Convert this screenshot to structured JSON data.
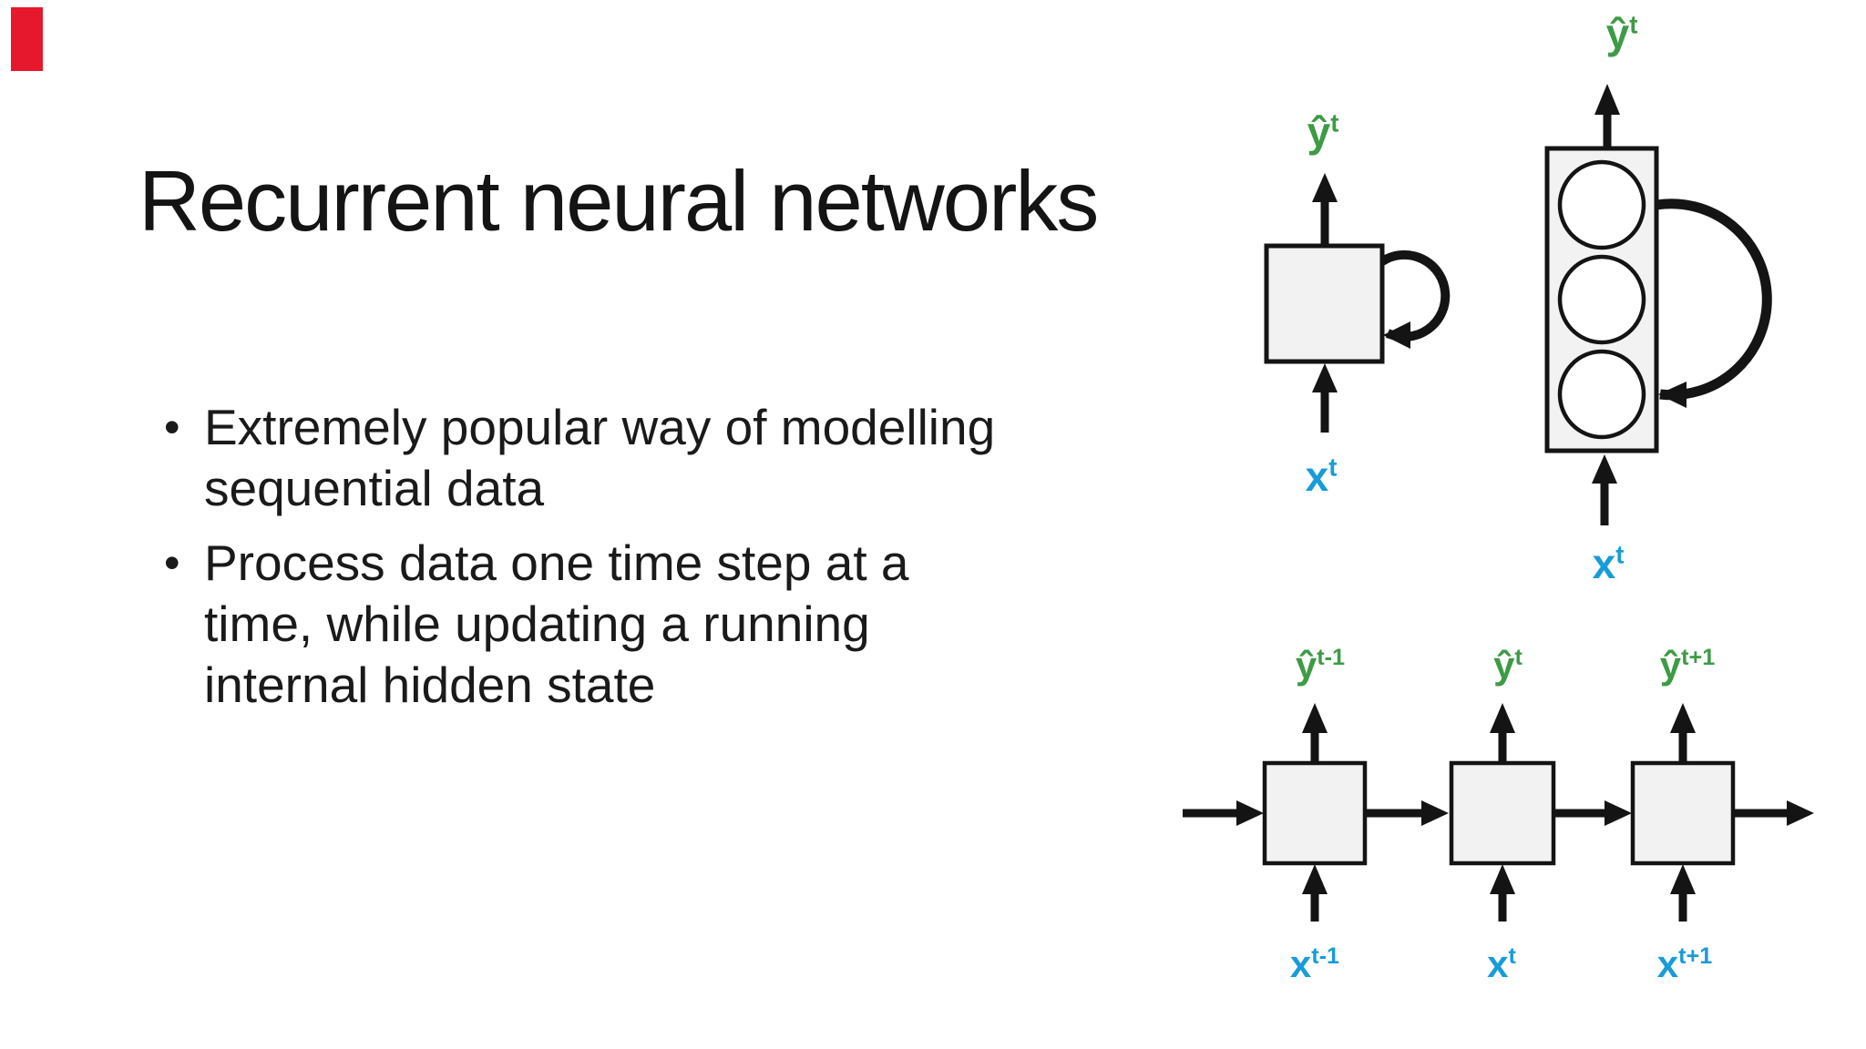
{
  "slide": {
    "title": "Recurrent neural networks",
    "bullet_char": "•",
    "bullets": [
      "Extremely popular way of modelling\nsequential data",
      "Process data one time step at a\ntime, while updating a running\ninternal hidden state"
    ]
  },
  "diagrams": {
    "single_unit": {
      "output": {
        "base": "ŷ",
        "sup": "t"
      },
      "input": {
        "base": "x",
        "sup": "t"
      }
    },
    "hidden_layer": {
      "output": {
        "base": "ŷ",
        "sup": "t"
      },
      "input": {
        "base": "x",
        "sup": "t"
      }
    },
    "unrolled": {
      "steps": [
        {
          "output": {
            "base": "ŷ",
            "sup": "t-1"
          },
          "input": {
            "base": "x",
            "sup": "t-1"
          }
        },
        {
          "output": {
            "base": "ŷ",
            "sup": "t"
          },
          "input": {
            "base": "x",
            "sup": "t"
          }
        },
        {
          "output": {
            "base": "ŷ",
            "sup": "t+1"
          },
          "input": {
            "base": "x",
            "sup": "t+1"
          }
        }
      ]
    }
  },
  "colors": {
    "output_label_green": "#3e9b45",
    "input_label_blue": "#189cd9",
    "diagram_stroke": "#141414",
    "box_fill": "#f2f2f3",
    "corner_marker_red": "#e6182d"
  }
}
